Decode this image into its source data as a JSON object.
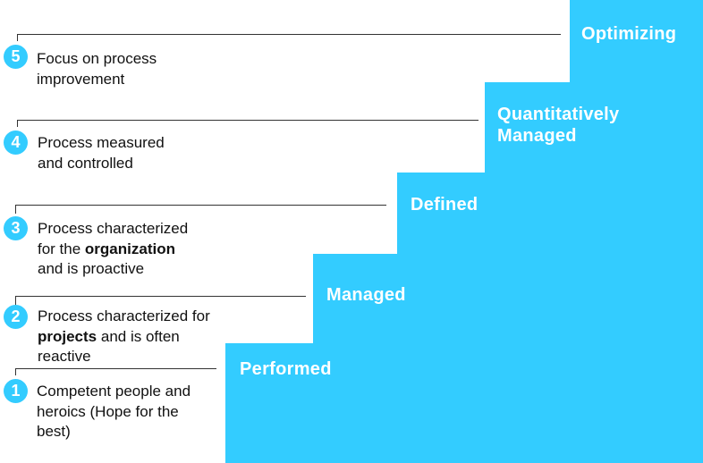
{
  "colors": {
    "step_fill": "#33ccff",
    "rule": "#333333",
    "text": "#111111"
  },
  "levels": [
    {
      "number": "1",
      "name": "Performed",
      "desc_lines": [
        [
          "Competent people and"
        ],
        [
          "heroics (Hope for the"
        ],
        [
          "best)"
        ]
      ]
    },
    {
      "number": "2",
      "name": "Managed",
      "desc_lines": [
        [
          "Process characterized for"
        ],
        [
          "projects",
          " and is often"
        ],
        [
          "reactive"
        ]
      ]
    },
    {
      "number": "3",
      "name": "Defined",
      "desc_lines": [
        [
          "Process characterized"
        ],
        [
          "for the ",
          "organization"
        ],
        [
          "and is proactive"
        ]
      ]
    },
    {
      "number": "4",
      "name_lines": [
        "Quantitatively",
        "Managed"
      ],
      "desc_lines": [
        [
          "Process measured"
        ],
        [
          "and controlled"
        ]
      ]
    },
    {
      "number": "5",
      "name": "Optimizing",
      "desc_lines": [
        [
          "Focus on process"
        ],
        [
          "improvement"
        ]
      ]
    }
  ]
}
